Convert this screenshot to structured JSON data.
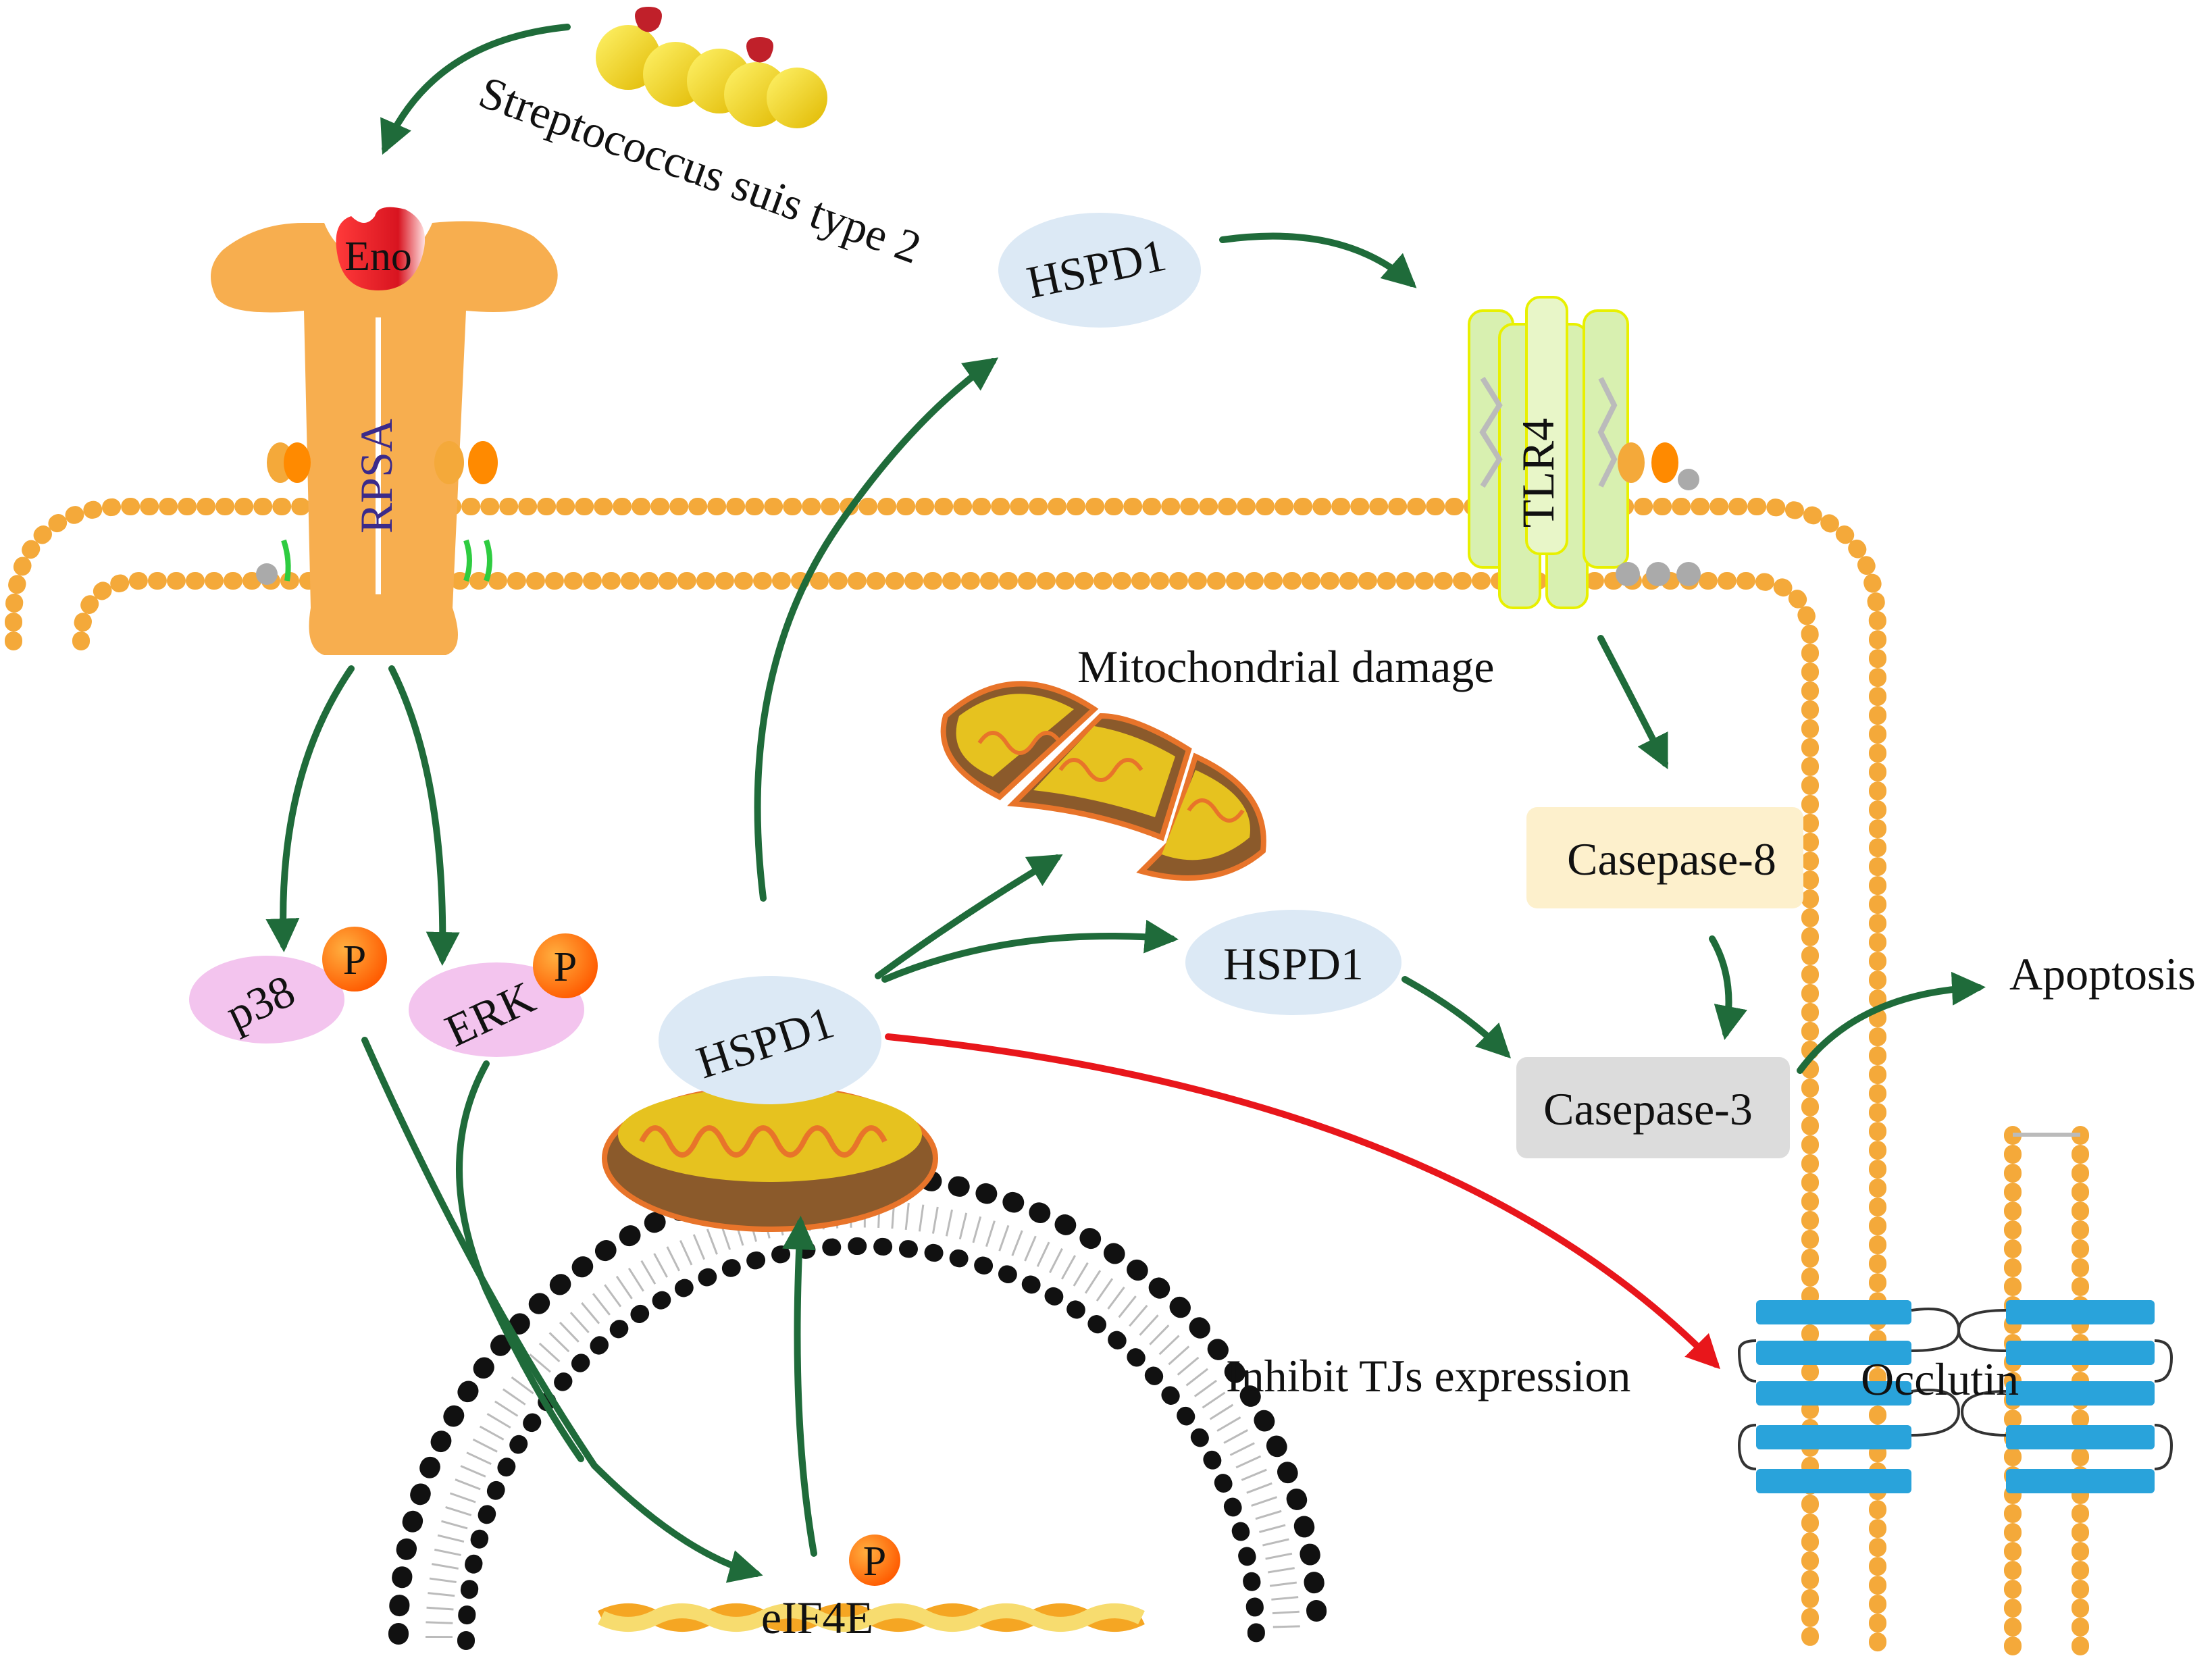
{
  "labels": {
    "bacterium": "Streptococcus suis type 2",
    "eno": "Eno",
    "rpsa": "RPSA",
    "hspd1_top": "HSPD1",
    "tlr4": "TLR4",
    "mito_damage": "Mitochondrial damage",
    "casp8": "Casepase-8",
    "casp3": "Casepase-3",
    "apoptosis": "Apoptosis",
    "p38": "p38",
    "erk": "ERK",
    "phospho": "P",
    "hspd1_center": "HSPD1",
    "hspd1_mid": "HSPD1",
    "inhibit": "Inhibit TJs expression",
    "occludin": "Occlutin",
    "eif4e": "eIF4E"
  },
  "colors": {
    "arrow_green": "#1f6b3a",
    "arrow_red": "#e8161b",
    "membrane_orange": "#f4a93a",
    "rpsa_orange": "#f7ae4f",
    "hspd1_fill": "#dce9f5",
    "kinase_pink": "#f3c4ee",
    "phospho_orange": "#ff6a00",
    "casp8_fill": "#fdf0cc",
    "casp3_fill": "#dcdcdc",
    "occludin_blue": "#29a3db",
    "tlr4_green": "#d8f0b0",
    "eno_red": "#e8222a",
    "bacteria_yellow": "#f5d800",
    "mito_brown": "#8b5a2b",
    "mito_yellow": "#e6c21f",
    "nucleus_black": "#111111"
  }
}
